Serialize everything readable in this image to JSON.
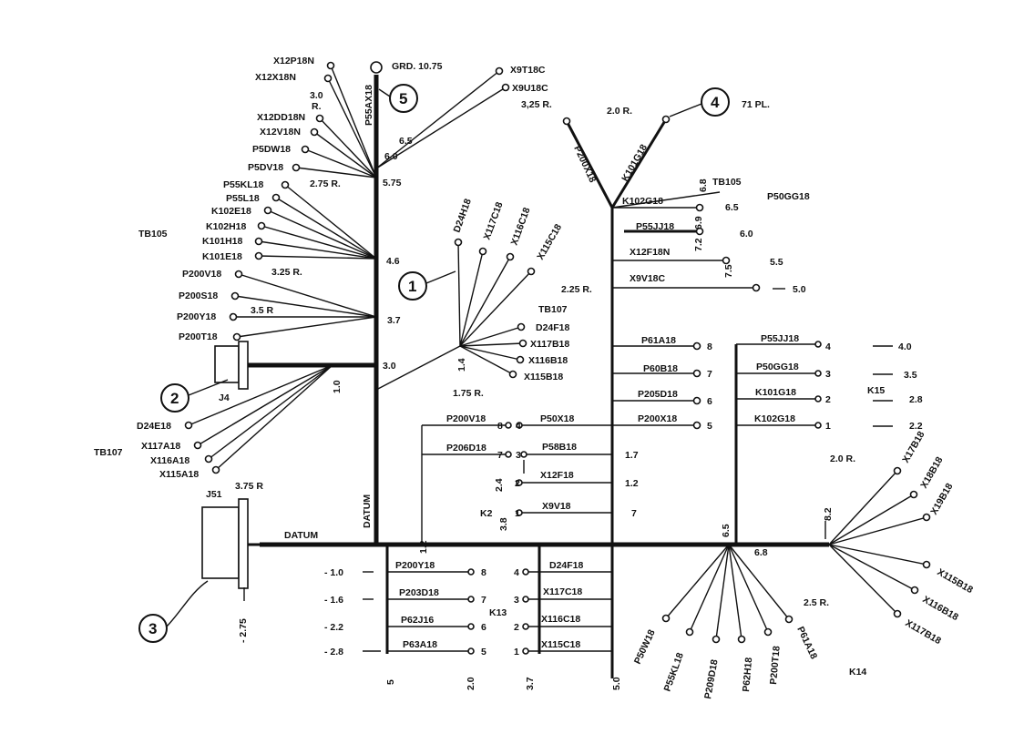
{
  "callouts": [
    "1",
    "2",
    "3",
    "4",
    "5"
  ],
  "labels": {
    "grd": "GRD. 10.75",
    "p55ax18": "P55AX18",
    "x9t18c": "X9T18C",
    "x9u18c": "X9U18C",
    "r325a": "3,25 R.",
    "v65a": "6.5",
    "v60a": "6.0",
    "v575": "5.75",
    "x12p18n": "X12P18N",
    "x12x18n": "X12X18N",
    "r30": "3.0",
    "rR": "R.",
    "x12dd18n": "X12DD18N",
    "x12v18n": "X12V18N",
    "p5dw18": "P5DW18",
    "p5dv18": "P5DV18",
    "r275": "2.75 R.",
    "p55kl18": "P55KL18",
    "p55l18": "P55L18",
    "k102e18": "K102E18",
    "k102h18": "K102H18",
    "k101h18": "K101H18",
    "k101e18": "K101E18",
    "tb105a": "TB105",
    "v46": "4.6",
    "r325b": "3.25 R.",
    "p200v18": "P200V18",
    "p200s18": "P200S18",
    "p200y18": "P200Y18",
    "p200t18": "P200T18",
    "r35": "3.5 R",
    "v37": "3.7",
    "v30": "3.0",
    "j4": "J4",
    "v10": "1.0",
    "d24e18": "D24E18",
    "x117a18": "X117A18",
    "x116a18": "X116A18",
    "x115a18": "X115A18",
    "tb107a": "TB107",
    "r375": "3.75 R",
    "j51": "J51",
    "datum": "DATUM",
    "datumv": "DATUM",
    "d24h18": "D24H18",
    "x117c18a": "X117C18",
    "x116c18a": "X116C18",
    "x115c18a": "X115C18",
    "r225": "2.25 R.",
    "tb107b": "TB107",
    "d24f18a": "D24F18",
    "x117b18a": "X117B18",
    "x116b18a": "X116B18",
    "x115b18a": "X115B18",
    "v14": "1.4",
    "r175": "1.75 R.",
    "r20a": "2.0 R.",
    "pl71": "71 PL.",
    "p200x18a": "P200X18",
    "k101g18a": "K101G18",
    "k102g18a": "K102G18",
    "tb105b": "TB105",
    "p50gg18a": "P50GG18",
    "v68a": "6.8",
    "v65b": "6.5",
    "p55jj18a": "P55JJ18",
    "v69": "6.9",
    "v60b": "6.0",
    "x12f18n": "X12F18N",
    "v72": "7.2",
    "v55": "5.5",
    "x9v18c": "X9V18C",
    "v75": "7.5",
    "v50a": "5.0",
    "p61a18a": "P61A18",
    "p60b18": "P60B18",
    "p205d18": "P205D18",
    "p200x18b": "P200X18",
    "n8a": "8",
    "n7a": "7",
    "n6a": "6",
    "n5a": "5",
    "p55jj18b": "P55JJ18",
    "p50gg18b": "P50GG18",
    "k101g18b": "K101G18",
    "k102g18b": "K102G18",
    "n4b": "4",
    "n3b": "3",
    "n2b": "2",
    "n1b": "1",
    "v40": "4.0",
    "v35": "3.5",
    "v28a": "2.8",
    "v22a": "2.2",
    "k15": "K15",
    "p200v18b": "P200V18",
    "p206d18": "P206D18",
    "n8c": "8",
    "n7c": "7",
    "n4c": "4",
    "n3c": "3",
    "n2c": "2",
    "n1c": "1",
    "p50x18": "P50X18",
    "p58b18": "P58B18",
    "x12f18": "X12F18",
    "x9v18": "X9V18",
    "v17": "1.7",
    "v12a": "1.2",
    "v7": "7",
    "v24": "2.4",
    "k2": "K2",
    "v38": "3.8",
    "v12b": "1.2",
    "p200y18b": "P200Y18",
    "p203d18": "P203D18",
    "p62j16": "P62J16",
    "p63a18": "P63A18",
    "n8d": "8",
    "n7d": "7",
    "n6d": "6",
    "n5d": "5",
    "m10": "- 1.0",
    "m16": "- 1.6",
    "m22": "- 2.2",
    "m28": "- 2.8",
    "d24f18b": "D24F18",
    "x117c18b": "X117C18",
    "x116c18b": "X116C18",
    "x115c18b": "X115C18",
    "n4d": "4",
    "n3d": "3",
    "n2d": "2",
    "n1d": "1",
    "k13": "K13",
    "b5": "5",
    "b20": "2.0",
    "b37": "3.7",
    "b50": "5.0",
    "m275": "- 2.75",
    "v65c": "6.5",
    "v68b": "6.8",
    "v82": "8.2",
    "r20b": "2.0 R.",
    "x17b18": "X17B18",
    "x18b18": "X18B18",
    "x19b18": "X19B18",
    "x115b18b": "X115B18",
    "x116b18b": "X116B18",
    "x117b18b": "X117B18",
    "p50w18": "P50W18",
    "p55kl18b": "P55KL18",
    "p209d18": "P209D18",
    "p62h18": "P62H18",
    "p200t18b": "P200T18",
    "p61a18b": "P61A18",
    "r25": "2.5 R.",
    "k14": "K14"
  }
}
